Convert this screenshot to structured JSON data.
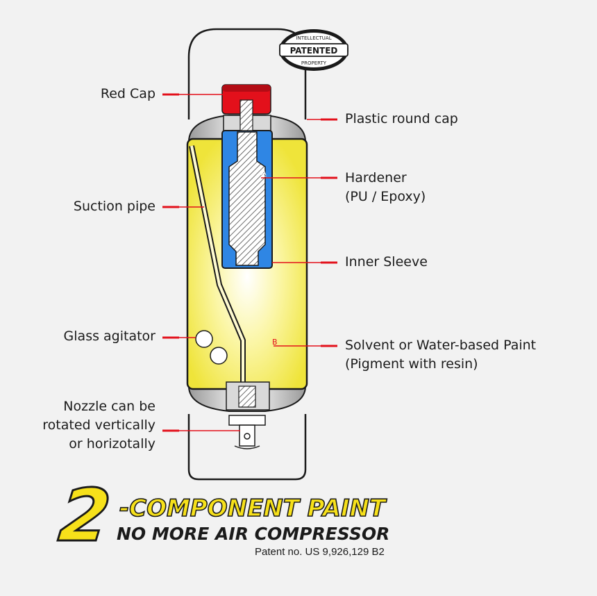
{
  "labels": {
    "red_cap": "Red Cap",
    "plastic_round_cap": "Plastic round cap",
    "hardener_line1": "Hardener",
    "hardener_line2": "(PU / Epoxy)",
    "suction_pipe": "Suction pipe",
    "inner_sleeve": "Inner Sleeve",
    "glass_agitator": "Glass agitator",
    "paint_line1": "Solvent or Water-based Paint",
    "paint_line2": "(Pigment with resin)",
    "nozzle_line1": "Nozzle can be",
    "nozzle_line2": "rotated vertically",
    "nozzle_line3": "or horizotally"
  },
  "markers": {
    "a": "A",
    "b": "B"
  },
  "badge": {
    "top": "INTELLECTUAL",
    "main": "PATENTED",
    "bottom": "PROPERTY"
  },
  "headline": {
    "number": "2",
    "title": "-COMPONENT PAINT",
    "subtitle": "NO MORE AIR COMPRESSOR",
    "patent": "Patent no. US 9,926,129 B2"
  },
  "colors": {
    "leader": "#e3101b",
    "can_yellow": "#f6ee4f",
    "sleeve_blue": "#2f86e4",
    "cap_red": "#e3101b",
    "outline": "#1a1a1a",
    "headline_yellow": "#f7e11a"
  }
}
